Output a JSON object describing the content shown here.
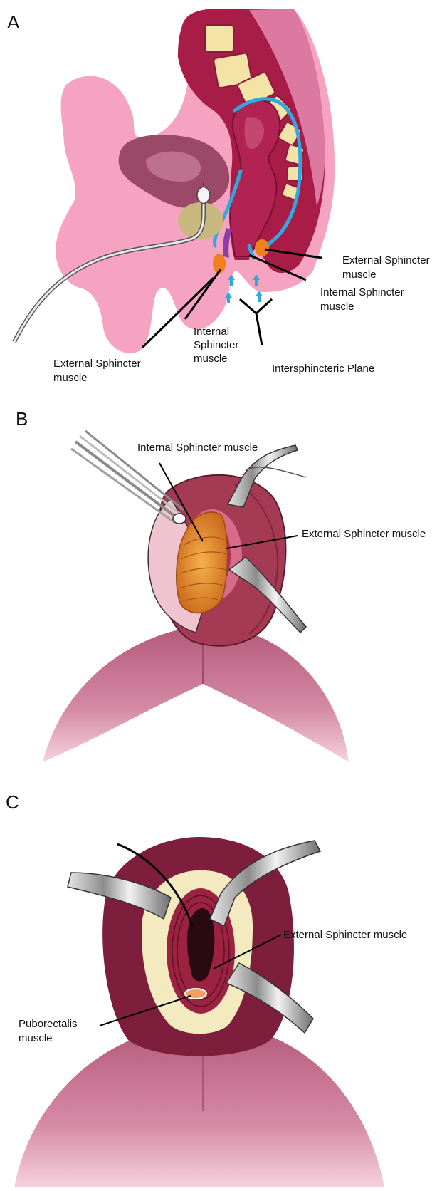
{
  "panels": [
    {
      "letter": "A",
      "labels": {
        "ext_sphincter_right": [
          "External Sphincter",
          "muscle"
        ],
        "int_sphincter_right": [
          "Internal Sphincter",
          "muscle"
        ],
        "int_sphincter_center": [
          "Internal",
          "Sphincter",
          "muscle"
        ],
        "intersphincteric": "Intersphincteric Plane",
        "ext_sphincter_left": [
          "External Sphincter",
          "muscle"
        ]
      }
    },
    {
      "letter": "B",
      "labels": {
        "internal": "Internal Sphincter muscle",
        "external": "External Sphincter muscle"
      }
    },
    {
      "letter": "C",
      "labels": {
        "external": "External Sphincter muscle",
        "puborectalis": [
          "Puborectalis",
          "muscle"
        ]
      }
    }
  ],
  "colors": {
    "skin": "#f5a3c0",
    "muscle_wall": "#a81c48",
    "rectum": "#b02353",
    "sacrum_bone": "#f3e3a6",
    "lining": "#2fa8e0",
    "prostate": "#c8b77e",
    "bladder": "#9a4a66",
    "sphincter_orange": "#f0801e",
    "buttock_pink": "#cd6f8f",
    "retractor_grey": "#9b9b9b",
    "fat_yellow": "#f4eabf"
  },
  "icons": {
    "catheter": "catheter-icon",
    "arrows": "blue-arrow-icon"
  }
}
